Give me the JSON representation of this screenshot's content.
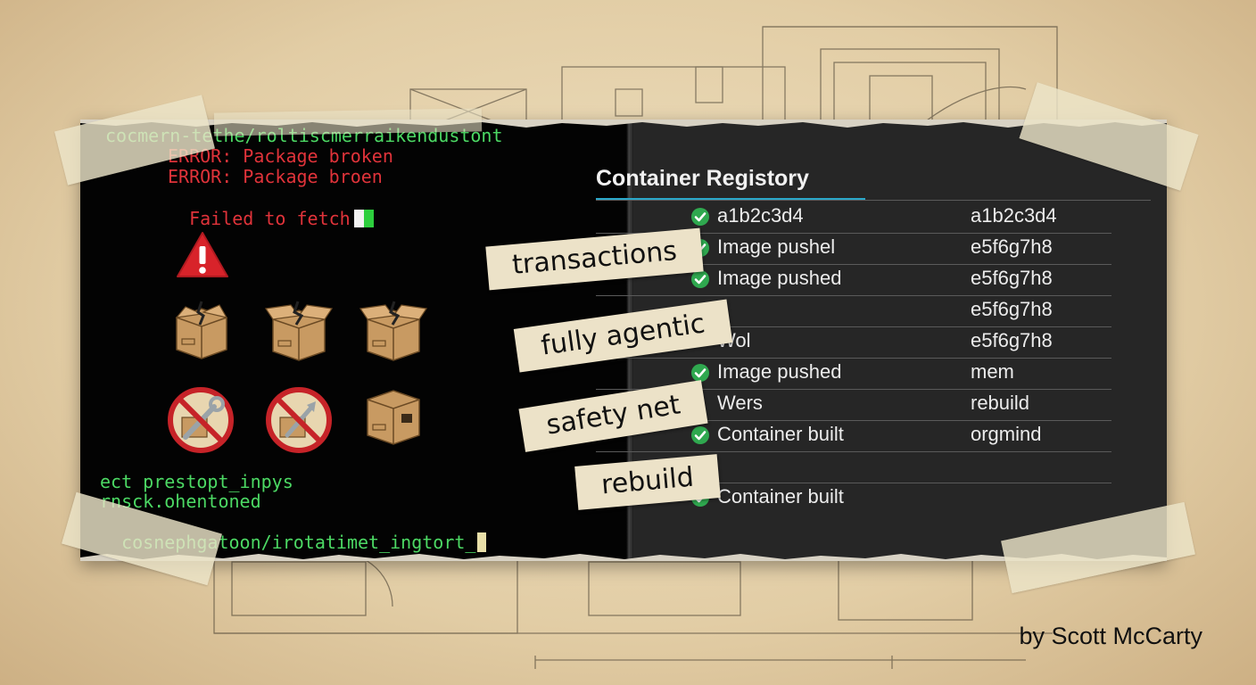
{
  "terminal": {
    "lines_top": [
      {
        "text": "cocmern-tethe/roltiscmerraikendustont",
        "color": "green"
      },
      {
        "text": "ERROR: Package broken",
        "color": "red"
      },
      {
        "text": "ERROR: Package broen",
        "color": "red"
      },
      {
        "text": "Failed to fetch",
        "color": "red"
      }
    ],
    "lines_bottom": [
      {
        "text": "ect prestopt_inpys",
        "color": "green"
      },
      {
        "text": "rnsck.ohentoned",
        "color": "green"
      },
      {
        "text": "cosnephgatoon/irotatimet_ingtort_",
        "color": "green"
      }
    ]
  },
  "icons": {
    "warning": "warning-icon",
    "broken_box": "broken-box-icon",
    "no_tools": "no-tools-icon",
    "sealed_box": "sealed-box-icon"
  },
  "registry": {
    "title": "Container Registory",
    "rows": [
      {
        "status": "a1b2c3d4",
        "tag": "a1b2c3d4"
      },
      {
        "status": "Image pushel",
        "tag": "e5f6g7h8"
      },
      {
        "status": "Image pushed",
        "tag": "e5f6g7h8"
      },
      {
        "status": "",
        "tag": "e5f6g7h8"
      },
      {
        "status": "Wol",
        "tag": "e5f6g7h8"
      },
      {
        "status": "Image pushed",
        "tag": "mem"
      },
      {
        "status": "Wers",
        "tag": "rebuild"
      },
      {
        "status": "Container built",
        "tag": "orgmind"
      },
      {
        "status": "",
        "tag": ""
      },
      {
        "status": "Container built",
        "tag": ""
      }
    ]
  },
  "tape_labels": [
    "transactions",
    "fully agentic",
    "safety net",
    "rebuild"
  ],
  "byline": "by Scott McCarty",
  "colors": {
    "paper": "#e4d2ae",
    "terminal_green": "#4cd964",
    "error_red": "#e0333a",
    "check_green": "#2fa84f",
    "accent_underline": "#2aa7c9",
    "registry_bg": "#262626"
  }
}
